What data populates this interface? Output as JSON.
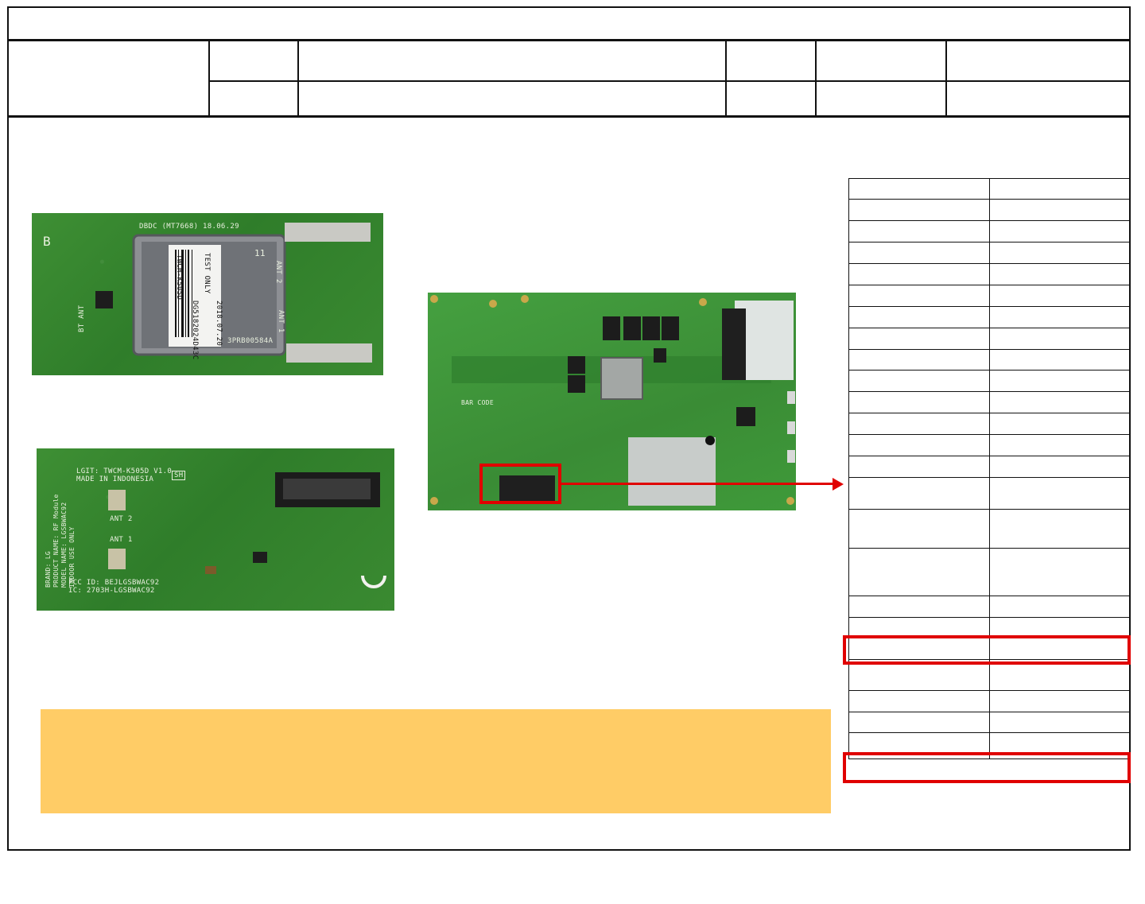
{
  "header": {
    "title": "",
    "row1": [
      "",
      "",
      "",
      "",
      "",
      ""
    ],
    "row2": [
      "",
      "",
      "",
      "",
      ""
    ]
  },
  "board_front": {
    "labels": [
      "DBDC (MT7668)   18.06.29",
      "TEST ONLY",
      "TWCM-K505D",
      "2018.07.20",
      "DG5182024D43C",
      "3PRB00584A",
      "11",
      "ANT 2",
      "ANT 1",
      "BT ANT",
      "B"
    ]
  },
  "board_back": {
    "labels": [
      "LGIT: TWCM-K505D V1.0",
      "MADE IN INDONESIA",
      "SH",
      "ANT 2",
      "ANT 1",
      "BRAND: LG",
      "PRODUCT NAME: RF Module",
      "MODEL NAME: LGSBWAC92",
      "INDOOR USE ONLY",
      "FCC ID: BEJLGSBWAC92",
      "IC: 2703H-LGSBWAC92"
    ]
  },
  "main_board": {
    "labels": [
      "BAR CODE"
    ]
  },
  "spec_table": {
    "rows": [
      [
        "",
        ""
      ],
      [
        "",
        ""
      ],
      [
        "",
        ""
      ],
      [
        "",
        ""
      ],
      [
        "",
        ""
      ],
      [
        "",
        ""
      ],
      [
        "",
        ""
      ],
      [
        "",
        ""
      ],
      [
        "",
        ""
      ],
      [
        "",
        ""
      ],
      [
        "",
        ""
      ],
      [
        "",
        ""
      ],
      [
        "",
        ""
      ],
      [
        "",
        ""
      ],
      [
        "",
        ""
      ],
      [
        "",
        ""
      ],
      [
        "",
        ""
      ],
      [
        "",
        ""
      ],
      [
        "",
        ""
      ],
      [
        "",
        ""
      ],
      [
        "",
        ""
      ],
      [
        "",
        ""
      ],
      [
        "",
        ""
      ],
      [
        "",
        ""
      ]
    ]
  },
  "note": {
    "text": ""
  },
  "colors": {
    "highlight": "#e00000",
    "note_bg": "#ffcc66",
    "pcb": "#3a8a31"
  }
}
